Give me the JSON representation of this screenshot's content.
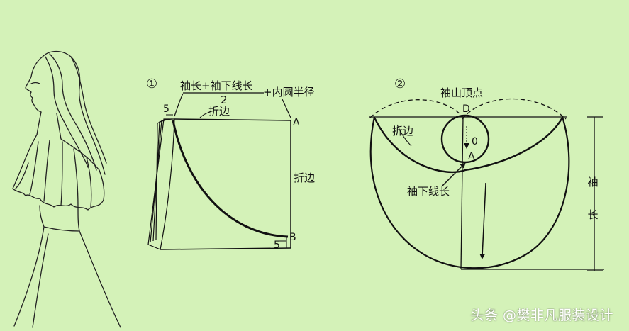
{
  "colors": {
    "background": "#d4f2b8",
    "line": "#111111",
    "watermark": "#ffffff"
  },
  "figure1": {
    "number": "①",
    "formula_numerator": "袖长+袖下线长",
    "formula_denominator": "2",
    "formula_suffix": "+内圆半径",
    "dim_top_left": "5",
    "fold_top": "折边",
    "point_a": "A",
    "fold_right": "折边",
    "point_b": "B",
    "dim_bottom_right": "5"
  },
  "figure2": {
    "number": "②",
    "cap_top_label": "袖山顶点",
    "point_d": "D",
    "fold_label": "折边",
    "center_label": "0",
    "point_a": "A",
    "underarm_label": "袖下线长",
    "sleeve_length_1": "袖",
    "sleeve_length_2": "长"
  },
  "watermark": "头条 @樊非凡服装设计"
}
